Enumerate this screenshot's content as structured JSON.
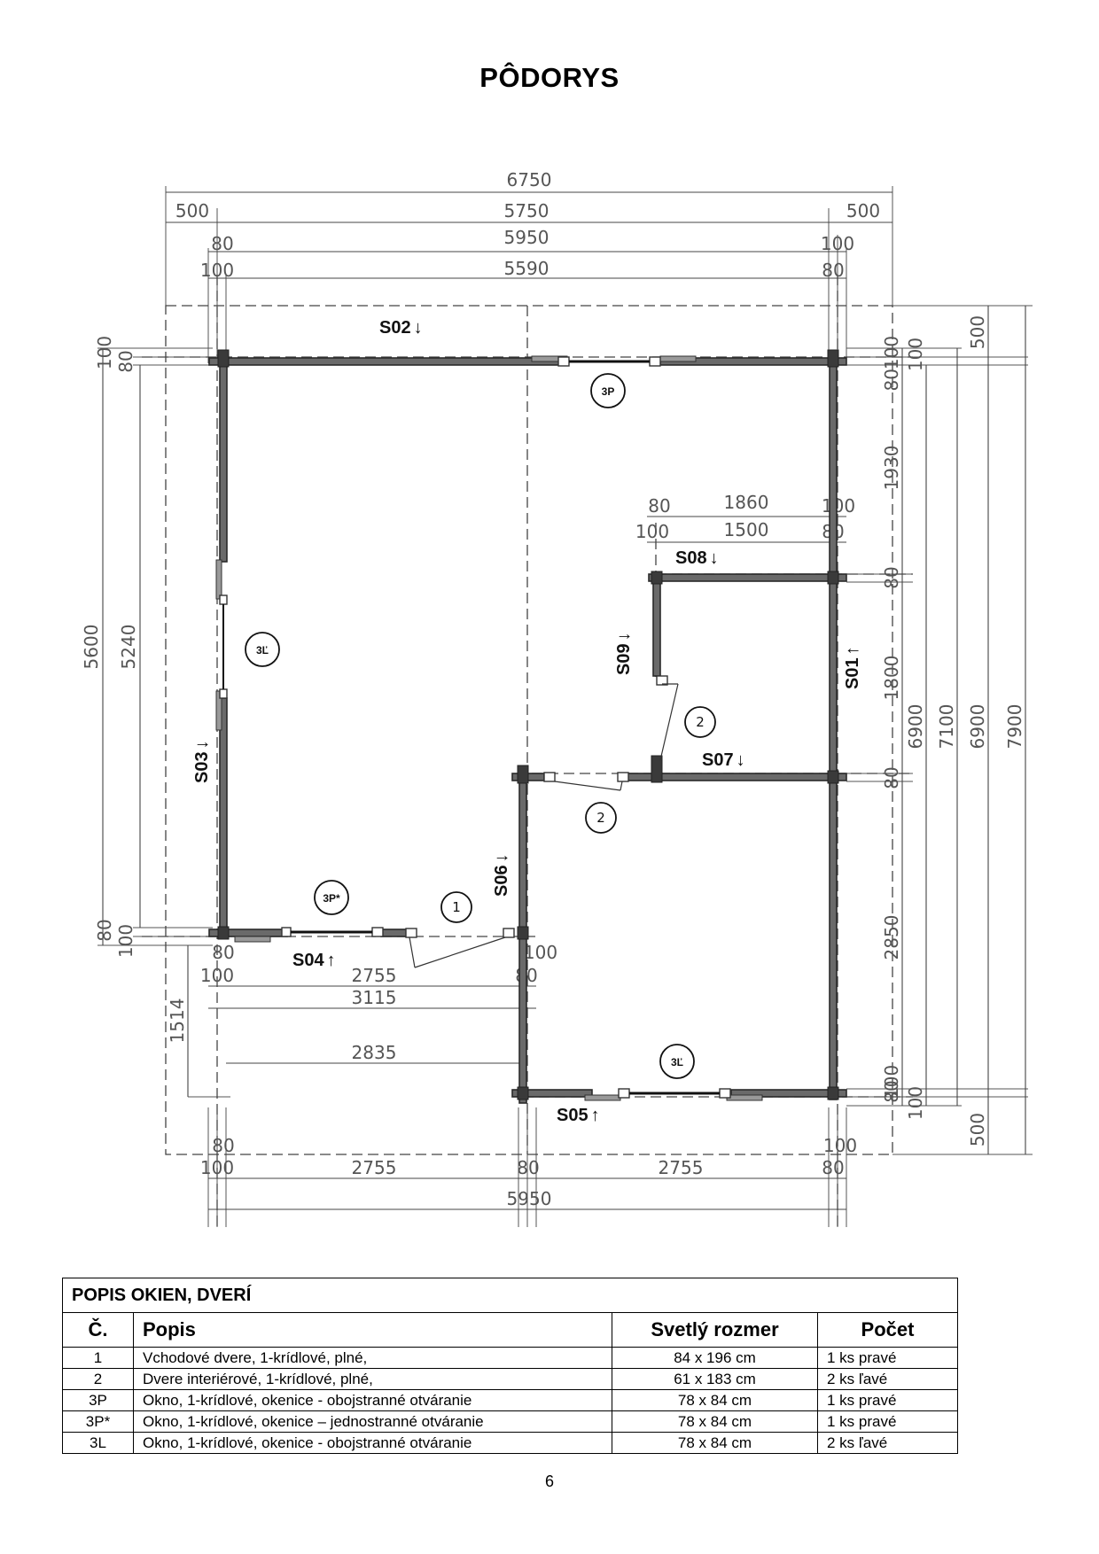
{
  "page_title": "PÔDORYS",
  "plan": {
    "top_dims": {
      "d6750": "6750",
      "d500_left": "500",
      "d5750": "5750",
      "d500_right": "500",
      "d80_a": "80",
      "d5950": "5950",
      "d100_a": "100",
      "d100_b": "100",
      "d5590": "5590",
      "d80_b": "80"
    },
    "left_dims": {
      "d5600": "5600",
      "d5240": "5240",
      "d100_top": "100",
      "d80_top": "80",
      "d80_bot": "80",
      "d100_bot": "100",
      "d1514": "1514"
    },
    "right_dims": {
      "d500_top": "500",
      "d100_a": "100",
      "d80_a": "80",
      "d100_b": "100",
      "d1930": "1930",
      "d80_b": "80",
      "d1800": "1800",
      "d80_c": "80",
      "d2850": "2850",
      "d80_d": "80",
      "d100_c": "100",
      "d100_d": "100",
      "d500_bot": "500",
      "d6900_a": "6900",
      "d7100": "7100",
      "d6900_b": "6900",
      "d7900": "7900"
    },
    "inner_dims": {
      "d80": "80",
      "d1860": "1860",
      "d100_a": "100",
      "d100_b": "100",
      "d1500": "1500",
      "d80_b": "80"
    },
    "porch_dims": {
      "d80_a": "80",
      "d100_a": "100",
      "d2755": "2755",
      "d100_b": "100",
      "d80_b": "80",
      "d3115": "3115",
      "d2835": "2835"
    },
    "bottom_dims": {
      "d80_a": "80",
      "d100_a": "100",
      "d2755_a": "2755",
      "d80_b": "80",
      "d2755_b": "2755",
      "d100_b": "100",
      "d80_c": "80",
      "d5950": "5950"
    },
    "walls": {
      "s01": "S01",
      "s02": "S02",
      "s03": "S03",
      "s04": "S04",
      "s05": "S05",
      "s06": "S06",
      "s07": "S07",
      "s08": "S08",
      "s09": "S09"
    },
    "arrows": {
      "down": "↓",
      "up": "↑"
    },
    "markers": {
      "m3p": "3P",
      "m3l_left": "3Ľ",
      "m3l_bottom": "3Ľ",
      "m3p_star": "3P*",
      "m1": "1",
      "m2_upper": "2",
      "m2_lower": "2"
    }
  },
  "table": {
    "caption": "POPIS OKIEN, DVERÍ",
    "headers": {
      "num": "Č.",
      "desc": "Popis",
      "size": "Svetlý rozmer",
      "count": "Počet"
    },
    "rows": [
      {
        "num": "1",
        "desc": "Vchodové dvere, 1-krídlové, plné,",
        "size": "84 x 196 cm",
        "count": "1 ks pravé"
      },
      {
        "num": "2",
        "desc": "Dvere interiérové, 1-krídlové, plné,",
        "size": "61 x 183 cm",
        "count": "2 ks ľavé"
      },
      {
        "num": "3P",
        "desc": "Okno, 1-krídlové, okenice - obojstranné otváranie",
        "size": "78 x 84 cm",
        "count": "1 ks pravé"
      },
      {
        "num": "3P*",
        "desc": "Okno, 1-krídlové, okenice – jednostranné otváranie",
        "size": "78 x 84 cm",
        "count": "1 ks pravé"
      },
      {
        "num": "3L",
        "desc": "Okno, 1-krídlové, okenice - obojstranné otváranie",
        "size": "78 x 84 cm",
        "count": "2 ks ľavé"
      }
    ]
  },
  "page_number": "6"
}
